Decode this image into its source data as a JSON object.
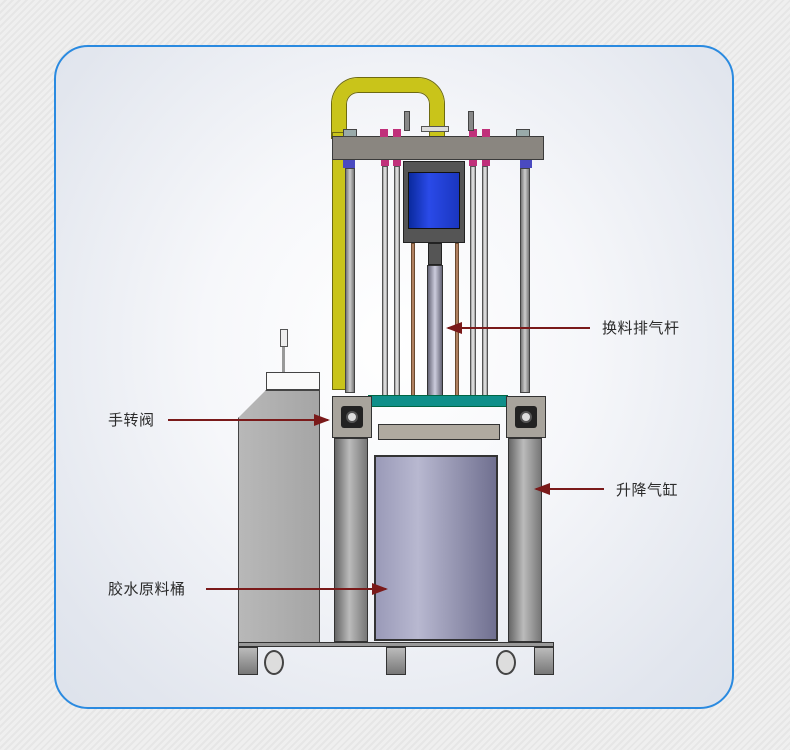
{
  "diagram": {
    "subject": "glue-press-machine",
    "labels": {
      "exhaust_rod": "换料排气杆",
      "hand_valve": "手转阀",
      "lift_cylinder": "升降气缸",
      "glue_bucket": "胶水原料桶"
    }
  },
  "colors": {
    "card_border": "#2a8ae0",
    "arrow": "#7a1a1a",
    "pipe_yellow": "#c9c41a",
    "cylinder_blue": "#1f3fd0",
    "teal_band": "#0f8f8a",
    "nut_magenta": "#c0307a",
    "nut_indigo": "#4a4ac0"
  }
}
